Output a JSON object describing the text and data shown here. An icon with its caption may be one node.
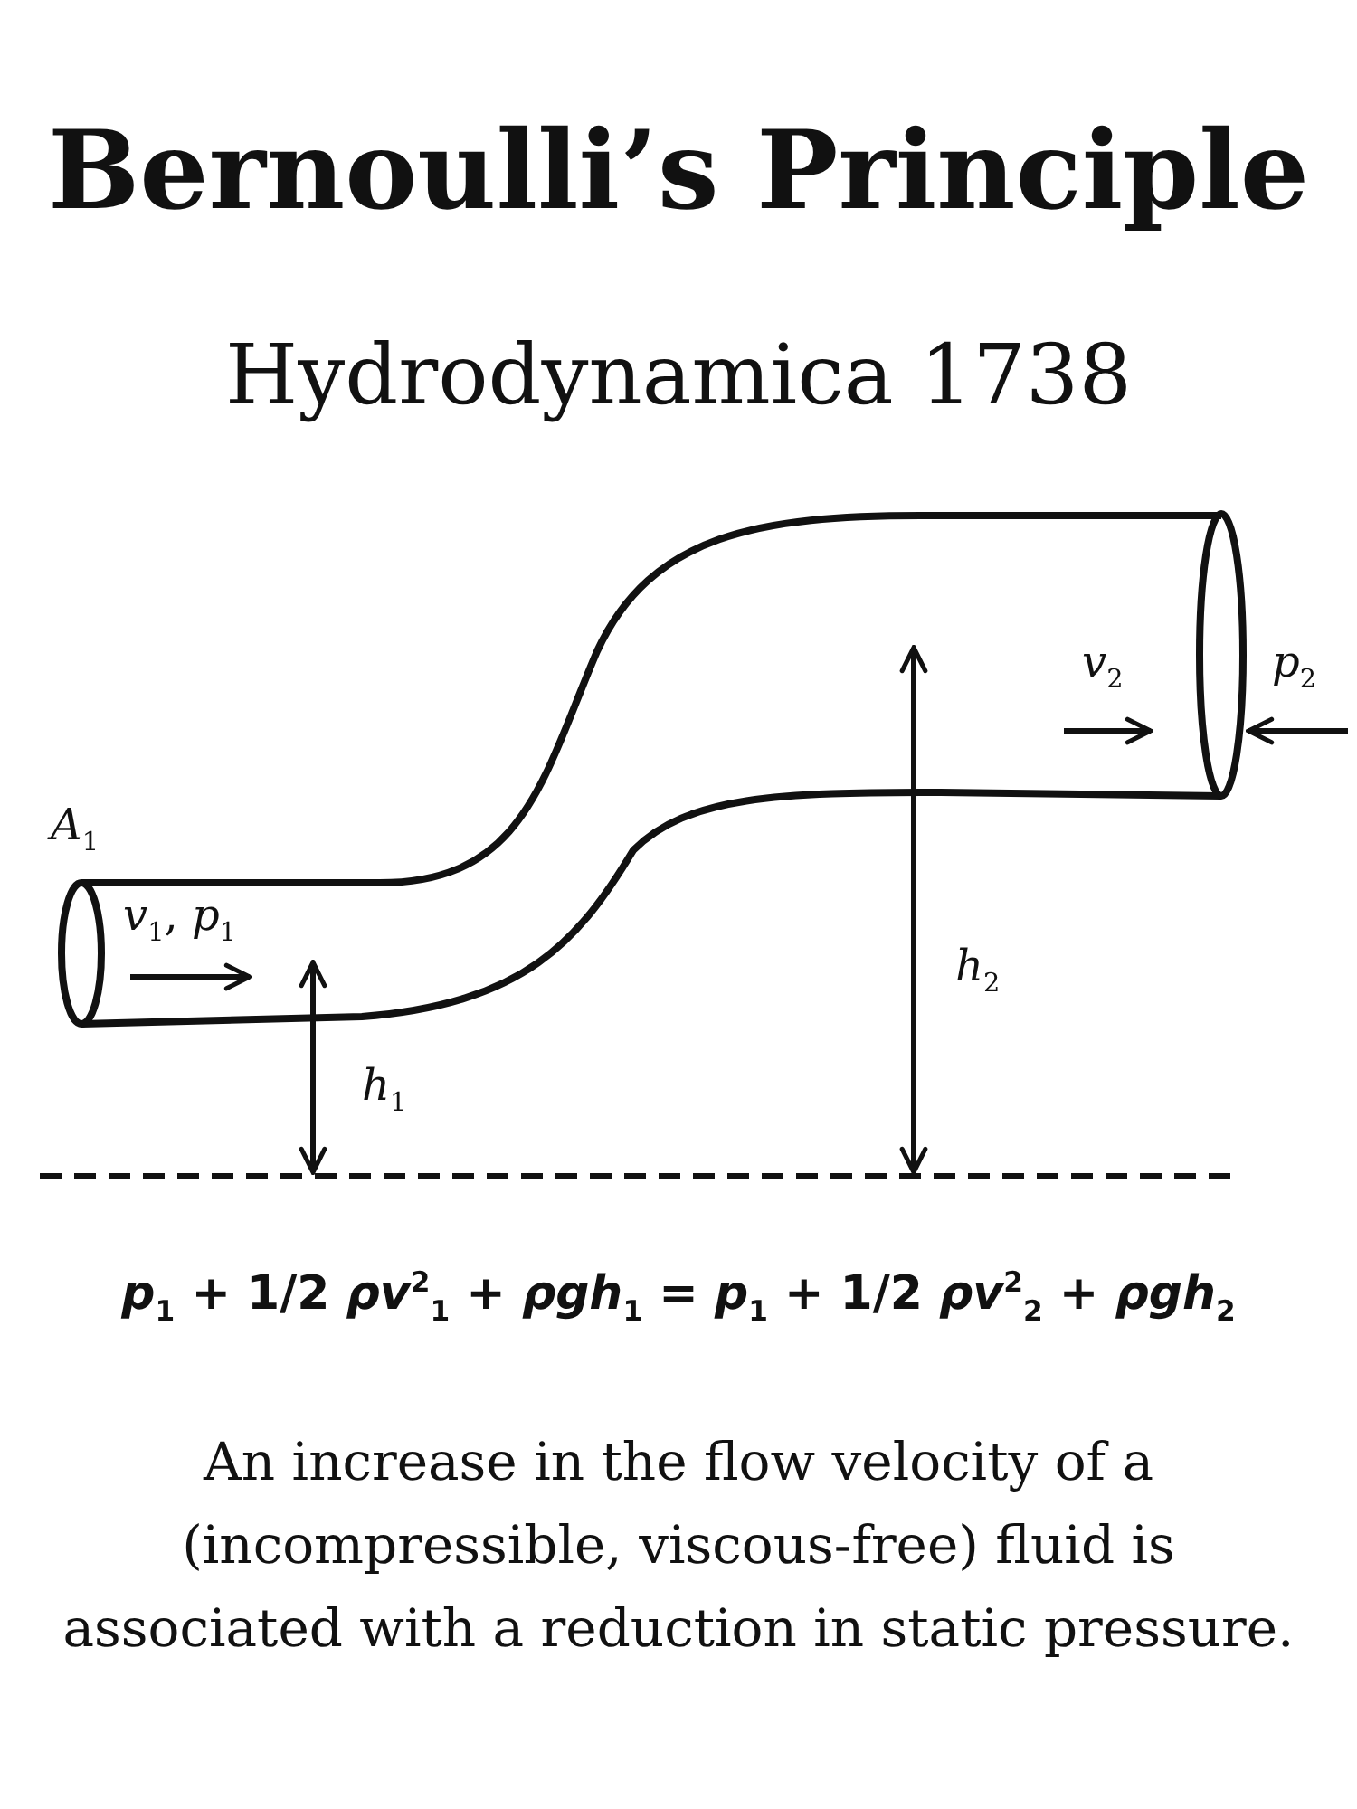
{
  "diagram": {
    "title": "Bernoulli’s Principle",
    "labels": [
      "Hydrodynamica 1738",
      "*A*$_{1}$",
      "*v*$_{1}$, *p*$_{1}$",
      "*v*$_{2}$",
      "*p*$_{2}$",
      "*h*$_{1}$",
      "*h*$_{2}$",
      "*p*$_{1}$ + 1/2 *ρv*$^{2}$$_{1}$ + *ρgh*$_{1}$ = *p*$_{1}$ + 1/2 *ρv*$^{2}$$_{2}$ + *ρgh*$_{2}$",
      "An increase in the flow velocity of a (incompressible, viscous-free) fluid is associated with a reduction in static pressure."
    ]
  }
}
